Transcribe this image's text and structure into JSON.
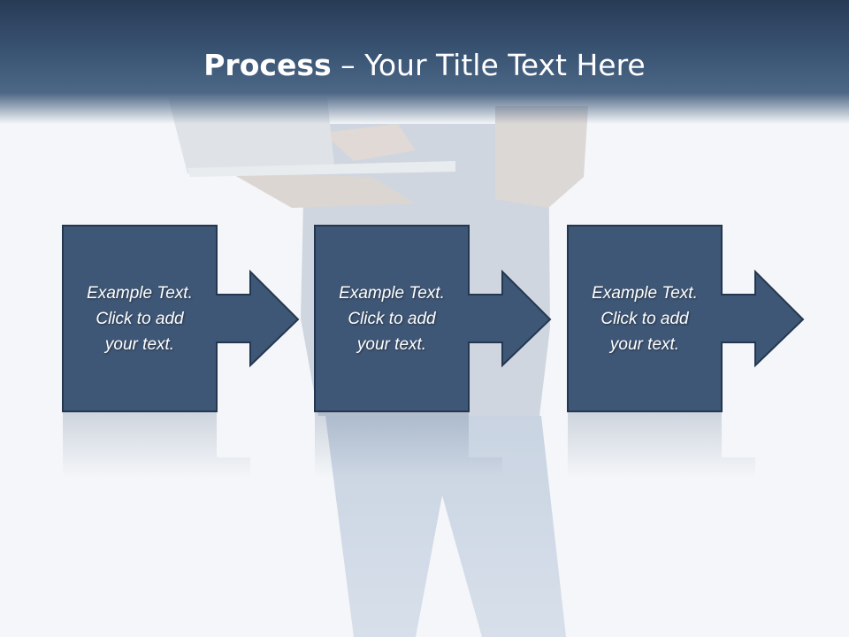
{
  "slide": {
    "title_bold": "Process",
    "title_rest": " – Your Title Text Here",
    "steps": [
      {
        "text": "Example Text.\nClick  to add\nyour text."
      },
      {
        "text": "Example Text.\nClick  to add\nyour text."
      },
      {
        "text": "Example Text.\nClick  to add\nyour text."
      }
    ]
  },
  "colors": {
    "shape_fill": "#3f5776",
    "shape_border": "#243750",
    "title_bar": "#3b5575",
    "background": "#f4f6f9"
  }
}
